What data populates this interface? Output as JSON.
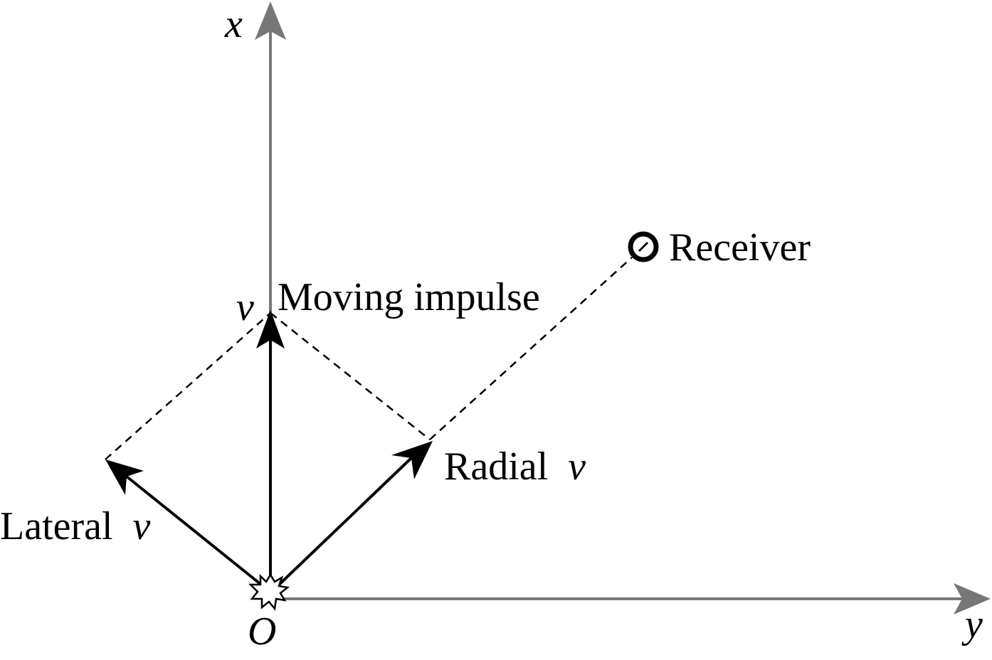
{
  "axes": {
    "x_label": "x",
    "y_label": "y",
    "origin_label": "O",
    "axis_color": "#777777"
  },
  "labels": {
    "moving_impulse": "Moving impulse",
    "velocity": "v",
    "receiver": "Receiver",
    "radial": "Radial",
    "lateral": "Lateral"
  },
  "colors": {
    "vector": "#000000",
    "dashed": "#000000"
  },
  "icons": {
    "origin": "starburst-icon",
    "receiver": "target-icon"
  }
}
